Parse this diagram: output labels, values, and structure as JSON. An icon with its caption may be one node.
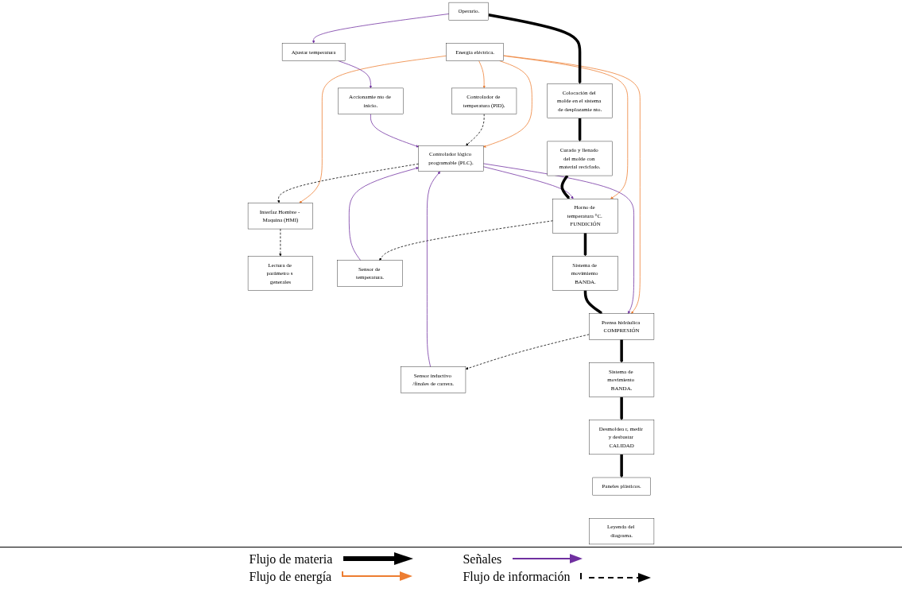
{
  "diagram": {
    "nodes": [
      {
        "text": [
          "Energía eléctrica."
        ]
      },
      {
        "text": [
          "Controlador de temperatura (PID)."
        ]
      },
      {
        "text": [
          "Controlador lógico programable (PLC)."
        ]
      },
      {
        "text": [
          "Interfaz Hombre - Maquina (HMI)"
        ]
      },
      {
        "text": [
          "Lectura de parámetro s generales"
        ]
      },
      {
        "text": [
          "Accionamie nto de inicio."
        ]
      },
      {
        "text": [
          "Sensor inductivo /finales de carrera."
        ]
      },
      {
        "text": [
          "Desmoldea r, medir y desbastar CALIDAD"
        ]
      },
      {
        "text": [
          "Operario."
        ]
      },
      {
        "text": [
          "Ajustar temperatura"
        ]
      },
      {
        "text": [
          "Paneles plásticos."
        ]
      },
      {
        "text": [
          "Sensor de temperatura."
        ]
      },
      {
        "text": [
          "Prensa hidráulica COMPRESIÓN"
        ]
      },
      {
        "text": [
          "Sistema de movimiento BANDA."
        ]
      },
      {
        "text": [
          "Colocación del molde en el sistema de desplazamie nto."
        ]
      },
      {
        "text": [
          "Curado y llenado del molde con material reciclado."
        ]
      },
      {
        "text": [
          "Horno de temperatura °C. FUNDICIÓN"
        ]
      },
      {
        "text": [
          "Sistema de movimiento BANDA."
        ]
      },
      {
        "text": [
          "Leyenda del diagrama."
        ]
      }
    ],
    "edges": [
      {
        "from": 0,
        "to": 1,
        "arrow": "to",
        "color": "#ed7d31"
      },
      {
        "from": 0,
        "to": 2,
        "arrow": "to",
        "color": "#ed7d31"
      },
      {
        "from": 0,
        "to": 3,
        "arrow": "to",
        "color": "#ed7d31"
      },
      {
        "from": 0,
        "to": 12,
        "arrow": "to",
        "color": "#ed7d31"
      },
      {
        "from": 0,
        "to": 16,
        "arrow": "to",
        "color": "#ed7d31"
      },
      {
        "from": 1,
        "to": 2,
        "arrow": "to",
        "style": "dashed"
      },
      {
        "from": 2,
        "to": 3,
        "arrow": "to",
        "style": "dashed"
      },
      {
        "from": 3,
        "to": 4,
        "arrow": "to",
        "style": "dashed"
      },
      {
        "from": 16,
        "to": 11,
        "arrow": "to",
        "style": "dashed"
      },
      {
        "from": 12,
        "to": 6,
        "arrow": "to",
        "style": "dashed"
      },
      {
        "from": 8,
        "to": 9,
        "arrow": "to",
        "color": "#7030a0"
      },
      {
        "from": 9,
        "to": 5,
        "arrow": "to",
        "color": "#7030a0"
      },
      {
        "from": 5,
        "to": 2,
        "arrow": "to",
        "color": "#7030a0"
      },
      {
        "from": 11,
        "to": 2,
        "arrow": "to",
        "color": "#7030a0"
      },
      {
        "from": 2,
        "to": 16,
        "arrow": "to",
        "color": "#7030a0"
      },
      {
        "from": 6,
        "to": 2,
        "arrow": "to",
        "color": "#7030a0"
      },
      {
        "from": 2,
        "to": 12,
        "arrow": "to",
        "color": "#7030a0"
      },
      {
        "from": 8,
        "to": 14,
        "arrow": "to",
        "style": "thick"
      },
      {
        "from": 14,
        "to": 15,
        "arrow": "to",
        "style": "thick"
      },
      {
        "from": 15,
        "to": 16,
        "arrow": "to",
        "style": "thick"
      },
      {
        "from": 16,
        "to": 17,
        "arrow": "to",
        "style": "thick"
      },
      {
        "from": 17,
        "to": 12,
        "arrow": "to",
        "style": "thick"
      },
      {
        "from": 12,
        "to": 13,
        "arrow": "to",
        "style": "thick"
      },
      {
        "from": 13,
        "to": 7,
        "arrow": "to",
        "style": "thick"
      },
      {
        "from": 7,
        "to": 10,
        "arrow": "to",
        "style": "thick"
      }
    ],
    "legend": [
      {
        "text": "Flujo de materia"
      },
      {
        "text": "Señales"
      },
      {
        "text": "Flujo de energía"
      },
      {
        "text": "Flujo de información"
      }
    ]
  }
}
